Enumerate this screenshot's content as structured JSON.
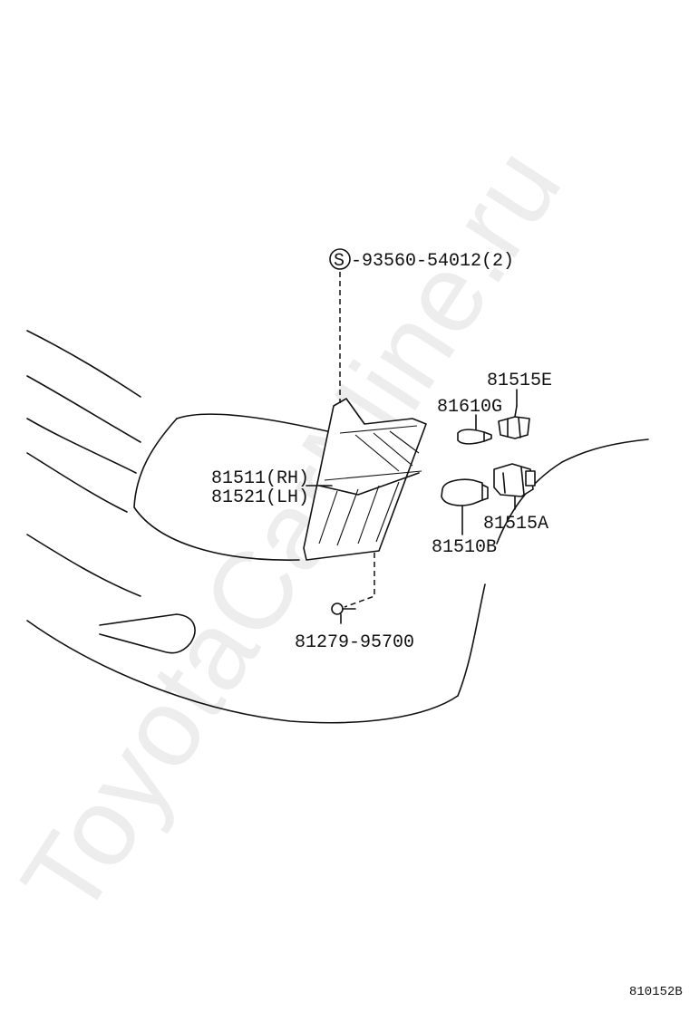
{
  "watermark": "ToyotaCarMine.ru",
  "diagram_code": "810152B",
  "callouts": {
    "screw_symbol": "S",
    "screw_part": "-93560-54012(2)",
    "socket_e": "81515E",
    "bulb_g": "81610G",
    "lamp_rh": "81511(RH)",
    "lamp_lh": "81521(LH)",
    "socket_a": "81515A",
    "bulb_b": "81510B",
    "clip": "81279-95700"
  }
}
